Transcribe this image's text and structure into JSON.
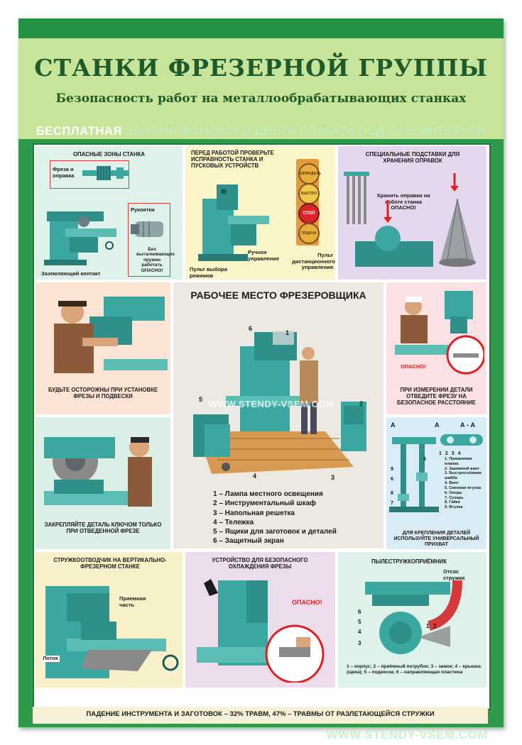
{
  "header": {
    "title": "СТАНКИ ФРЕЗЕРНОЙ ГРУППЫ",
    "subtitle": "Безопасность работ на металлообрабатывающих станках",
    "banner_bold": "БЕСПЛАТНАЯ",
    "banner_rest": "ЗАМЕНА ФОНОВОГО ЦВЕТА ПЛАКАТА ПОД ВАШ ИНТЕРЬЕР"
  },
  "panels": {
    "zones": {
      "title": "ОПАСНЫЕ ЗОНЫ СТАНКА",
      "label_mill": "Фреза и оправка",
      "label_handles": "Рукоятки",
      "label_spring": "Без выталкивающих пружин работать ОПАСНО!",
      "label_ground": "Заземляющий контакт"
    },
    "check": {
      "title": "ПЕРЕД РАБОТОЙ ПРОВЕРЬТЕ ИСПРАВНОСТЬ СТАНКА И ПУСКОВЫХ УСТРОЙСТВ",
      "label_manual": "Ручное управление",
      "label_modes": "Пульт выбора режимов",
      "label_remote": "Пульт дистанционного управления",
      "buttons": [
        "ШПИНДЕЛЬ",
        "БЫСТРО",
        "СТОП",
        "ПОДАЧА"
      ]
    },
    "stands": {
      "title": "СПЕЦИАЛЬНЫЕ ПОДСТАВКИ ДЛЯ ХРАНЕНИЯ ОПРАВОК",
      "warning": "Хранить оправки на хоботе станка ОПАСНО!"
    },
    "careful": {
      "caption": "БУДЬТЕ ОСТОРОЖНЫ ПРИ УСТАНОВКЕ ФРЕЗЫ И ПОДВЕСКИ"
    },
    "workplace": {
      "title": "РАБОЧЕЕ МЕСТО ФРЕЗЕРОВЩИКА",
      "watermark": "WWW.STENDY-VSEM.COM",
      "legend": [
        "1 – Лампа местного освещения",
        "2 – Инструментальный шкаф",
        "3 – Напольная решетка",
        "4 – Тележка",
        "5 – Ящики для заготовок и деталей",
        "6 – Защитный экран"
      ],
      "callouts": [
        "1",
        "2",
        "3",
        "4",
        "5",
        "6"
      ]
    },
    "measure": {
      "danger": "ОПАСНО!",
      "caption": "ПРИ ИЗМЕРЕНИИ ДЕТАЛИ ОТВЕДИТЕ ФРЕЗУ НА БЕЗОПАСНОЕ РАССТОЯНИЕ"
    },
    "clamp": {
      "caption": "ЗАКРЕПЛЯЙТЕ ДЕТАЛЬ КЛЮЧОМ ТОЛЬКО ПРИ ОТВЕДЕННОЙ ФРЕЗЕ"
    },
    "universal": {
      "section_left": "А",
      "section_right": "А",
      "section_label": "А - А",
      "callouts": [
        "1",
        "2",
        "3",
        "4",
        "5",
        "6",
        "7",
        "8",
        "9"
      ],
      "legend": [
        "1. Прижимная планка",
        "2. Зажимной винт",
        "3. Быстросъёмная шайба",
        "4. Винт",
        "5. Сменная втулка",
        "6. Опора",
        "7. Сухарь",
        "8. Гайка",
        "9. Втулка"
      ],
      "caption": "ДЛЯ КРЕПЛЕНИЯ ДЕТАЛЕЙ ИСПОЛЬЗУЙТЕ УНИВЕРСАЛЬНЫЙ ПРИХВАТ"
    },
    "chip": {
      "title": "СТРУЖКООТВОДЧИК НА ВЕРТИКАЛЬНО-ФРЕЗЕРНОМ СТАНКЕ",
      "label_receive": "Приемная часть",
      "label_tray": "Лоток"
    },
    "cooling": {
      "title": "УСТРОЙСТВО ДЛЯ БЕЗОПАСНОГО ОХЛАЖДЕНИЯ ФРЕЗЫ",
      "danger": "ОПАСНО!"
    },
    "dust": {
      "title": "ПЫЛЕСТРУЖКОПРИЁМНИК",
      "label_suction": "Отсос стружки",
      "callouts": [
        "6",
        "5",
        "4",
        "3",
        "1",
        "2"
      ],
      "legend": "1 – корпус;  2 – приёмный патрубок; 3 – замок;  4 – крышка (щека);  5 – подвеска; 6 – направляющая пластина"
    }
  },
  "footer": {
    "stat": "ПАДЕНИЕ ИНСТРУМЕНТА И ЗАГОТОВОК – 32% ТРАВМ, 47% – ТРАВМЫ ОТ РАЗЛЕТАЮЩЕЙСЯ СТРУЖКИ",
    "website": "WWW.STENDY-VSEM.COM"
  },
  "colors": {
    "frame_green": "#2e9a4a",
    "header_green": "#c6e49a",
    "machine_teal": "#3aa7a0",
    "danger_red": "#e02020"
  }
}
